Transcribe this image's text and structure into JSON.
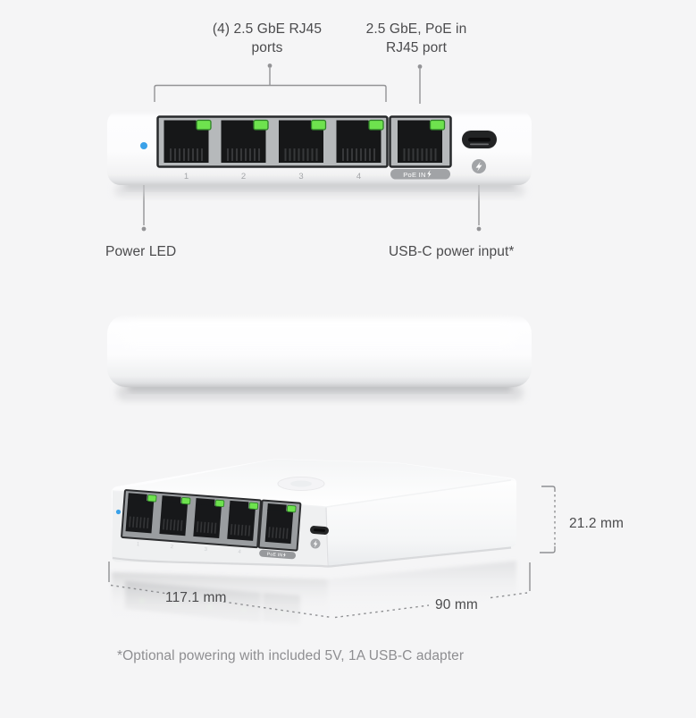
{
  "callouts": {
    "ports_group": "(4) 2.5 GbE RJ45\nports",
    "poe_port": "2.5 GbE, PoE in\nRJ45 port",
    "power_led": "Power LED",
    "usbc_power": "USB-C power input*"
  },
  "device": {
    "port_labels": [
      "1",
      "2",
      "3",
      "4"
    ],
    "poe_port_label": "PoE IN"
  },
  "dimensions": {
    "height": "21.2 mm",
    "length": "117.1 mm",
    "width": "90 mm"
  },
  "footnote": "*Optional powering with included 5V, 1A USB-C adapter",
  "colors": {
    "background": "#f5f5f6",
    "text": "#4b4b4d",
    "muted_text": "#8e8e91",
    "leader_line": "#939396",
    "led_green": "#6ee24e",
    "led_blue": "#3aa1e9",
    "port_bezel": "#b6b9bb",
    "port_dark": "#161718",
    "pill_gray": "#a1a3a6"
  }
}
